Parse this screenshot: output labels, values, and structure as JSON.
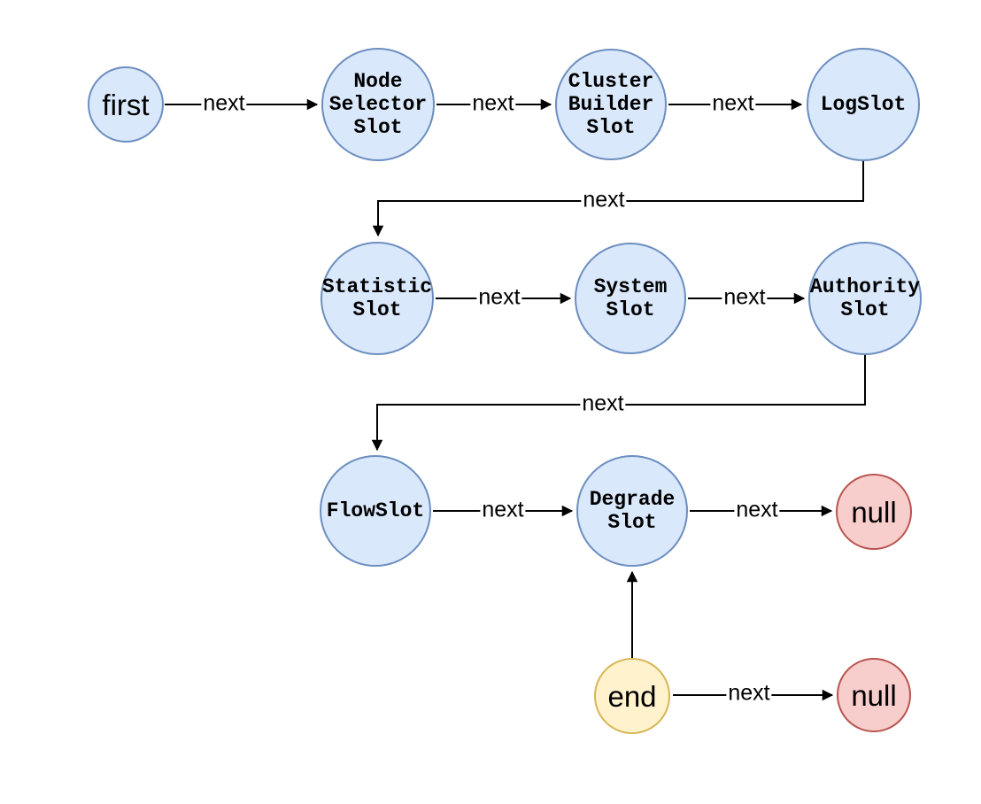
{
  "colors": {
    "background": "#ffffff",
    "blue_fill": "#dae8fc",
    "blue_border": "#6c8ebf",
    "yellow_fill": "#fff2cc",
    "yellow_border": "#d6b656",
    "red_fill": "#f8cecc",
    "red_border": "#b85450",
    "edge": "#000000",
    "text": "#000000"
  },
  "nodes": [
    {
      "id": "first",
      "label": "first"
    },
    {
      "id": "node-selector-slot",
      "label": "Node\nSelector\nSlot"
    },
    {
      "id": "cluster-builder-slot",
      "label": "Cluster\nBuilder\nSlot"
    },
    {
      "id": "log-slot",
      "label": "LogSlot"
    },
    {
      "id": "statistic-slot",
      "label": "Statistic\nSlot"
    },
    {
      "id": "system-slot",
      "label": "System\nSlot"
    },
    {
      "id": "authority-slot",
      "label": "Authority\nSlot"
    },
    {
      "id": "flow-slot",
      "label": "FlowSlot"
    },
    {
      "id": "degrade-slot",
      "label": "Degrade\nSlot"
    },
    {
      "id": "null-after-degrade",
      "label": "null"
    },
    {
      "id": "end",
      "label": "end"
    },
    {
      "id": "null-after-end",
      "label": "null"
    }
  ],
  "edges": [
    {
      "from": "first",
      "to": "node-selector-slot",
      "label": "next"
    },
    {
      "from": "node-selector-slot",
      "to": "cluster-builder-slot",
      "label": "next"
    },
    {
      "from": "cluster-builder-slot",
      "to": "log-slot",
      "label": "next"
    },
    {
      "from": "log-slot",
      "to": "statistic-slot",
      "label": "next"
    },
    {
      "from": "statistic-slot",
      "to": "system-slot",
      "label": "next"
    },
    {
      "from": "system-slot",
      "to": "authority-slot",
      "label": "next"
    },
    {
      "from": "authority-slot",
      "to": "flow-slot",
      "label": "next"
    },
    {
      "from": "flow-slot",
      "to": "degrade-slot",
      "label": "next"
    },
    {
      "from": "degrade-slot",
      "to": "null-after-degrade",
      "label": "next"
    },
    {
      "from": "end",
      "to": "degrade-slot",
      "label": ""
    },
    {
      "from": "end",
      "to": "null-after-end",
      "label": "next"
    }
  ]
}
